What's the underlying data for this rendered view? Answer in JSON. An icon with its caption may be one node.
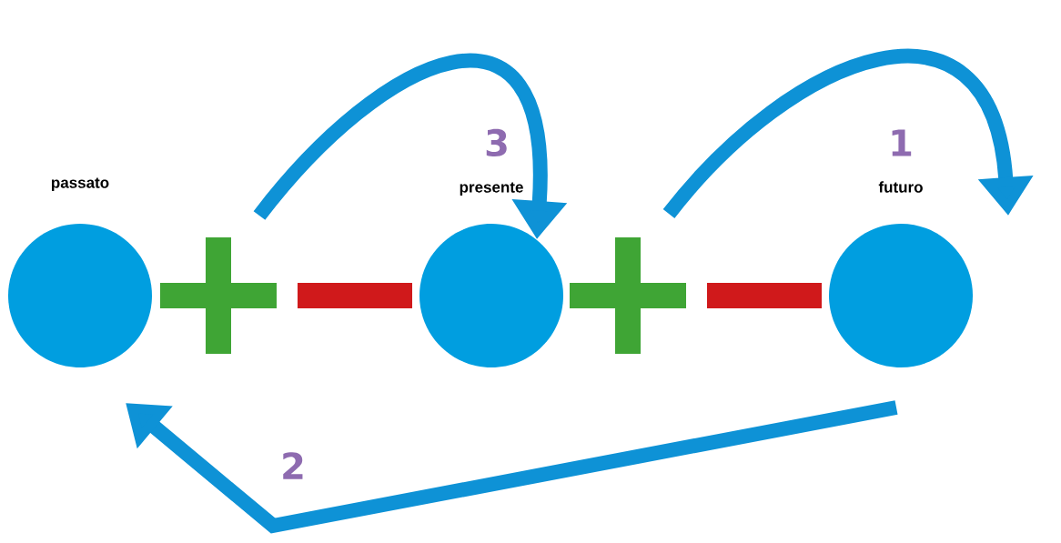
{
  "diagram": {
    "nodes": [
      {
        "text": [
          "passato"
        ]
      },
      {
        "text": [],
        "shape": "cross"
      },
      {
        "text": [],
        "shape": "bar"
      },
      {
        "text": [
          "presente"
        ]
      },
      {
        "text": [],
        "shape": "cross"
      },
      {
        "text": [],
        "shape": "bar"
      },
      {
        "text": [
          "futuro"
        ]
      }
    ],
    "edges": [
      {
        "from": 1,
        "to": 3,
        "arrow": "to",
        "label": "3"
      },
      {
        "from": 4,
        "to": 6,
        "arrow": "to",
        "label": "1"
      },
      {
        "from": 6,
        "to": 0,
        "arrow": "to",
        "label": "2"
      }
    ]
  }
}
